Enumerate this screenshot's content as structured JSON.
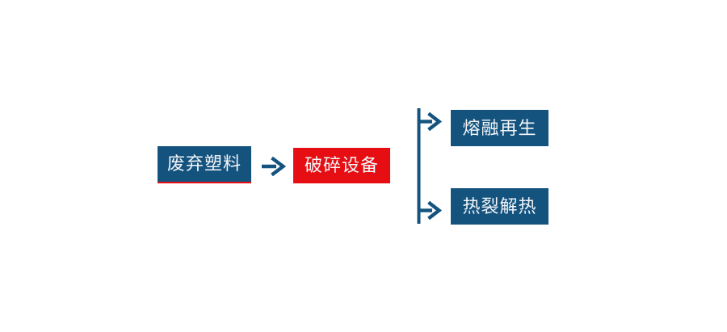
{
  "diagram": {
    "type": "flowchart",
    "background": "#ffffff",
    "colors": {
      "background": "#ffffff",
      "node_blue": "#15537f",
      "node_red": "#e60e13",
      "arrow_blue": "#15537f",
      "underline_red": "#e60e13",
      "label_text": "#f2f5f8"
    },
    "nodes": {
      "waste_plastic": {
        "label": "废弃塑料"
      },
      "crushing_equipment": {
        "label": "破碎设备"
      },
      "melt_regeneration": {
        "label": "熔融再生"
      },
      "pyrolysis": {
        "label": "热裂解热"
      }
    },
    "edges": [
      {
        "from": "waste_plastic",
        "to": "crushing_equipment"
      },
      {
        "from": "crushing_equipment",
        "to": "melt_regeneration"
      },
      {
        "from": "crushing_equipment",
        "to": "pyrolysis"
      }
    ]
  }
}
